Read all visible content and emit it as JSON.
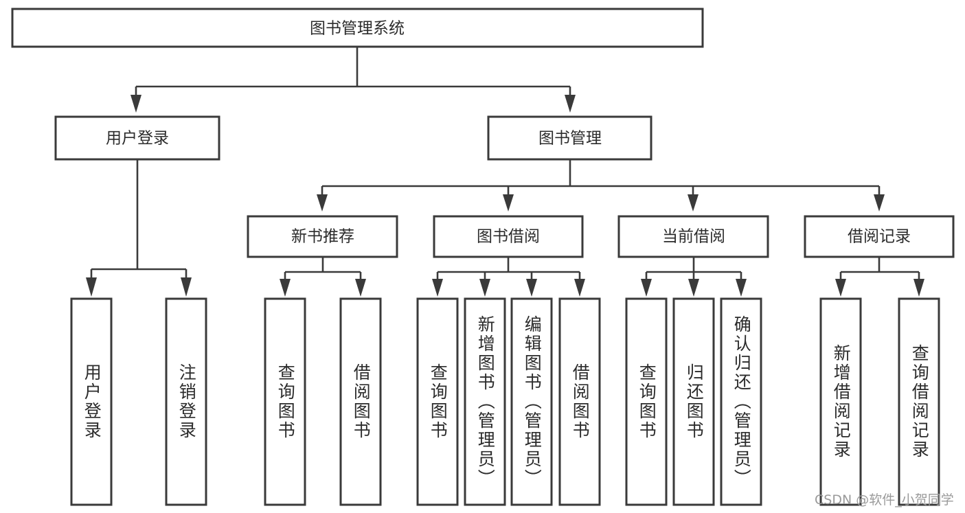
{
  "diagram": {
    "type": "tree-hierarchy",
    "title": "图书管理系统",
    "orientation": "top-down",
    "colors": {
      "box_stroke": "#3a3a3a",
      "box_fill": "#ffffff",
      "connector": "#3a3a3a",
      "text": "#2b2b2b",
      "watermark": "#9a9a9a",
      "background": "#ffffff"
    },
    "root": {
      "label": "图书管理系统"
    },
    "level2": [
      {
        "label": "用户登录"
      },
      {
        "label": "图书管理"
      }
    ],
    "level3": [
      {
        "label": "新书推荐"
      },
      {
        "label": "图书借阅"
      },
      {
        "label": "当前借阅"
      },
      {
        "label": "借阅记录"
      }
    ],
    "leaves": {
      "user_login": [
        {
          "label": "用户登录"
        },
        {
          "label": "注销登录"
        }
      ],
      "new_book_recommend": [
        {
          "label": "查询图书"
        },
        {
          "label": "借阅图书"
        }
      ],
      "book_borrow": [
        {
          "label": "查询图书"
        },
        {
          "label": "新增图书（管理员）"
        },
        {
          "label": "编辑图书（管理员）"
        },
        {
          "label": "借阅图书"
        }
      ],
      "current_borrow": [
        {
          "label": "查询图书"
        },
        {
          "label": "归还图书"
        },
        {
          "label": "确认归还（管理员）"
        }
      ],
      "borrow_record": [
        {
          "label": "新增借阅记录"
        },
        {
          "label": "查询借阅记录"
        }
      ]
    },
    "watermark": "CSDN @软件_小贺同学"
  }
}
